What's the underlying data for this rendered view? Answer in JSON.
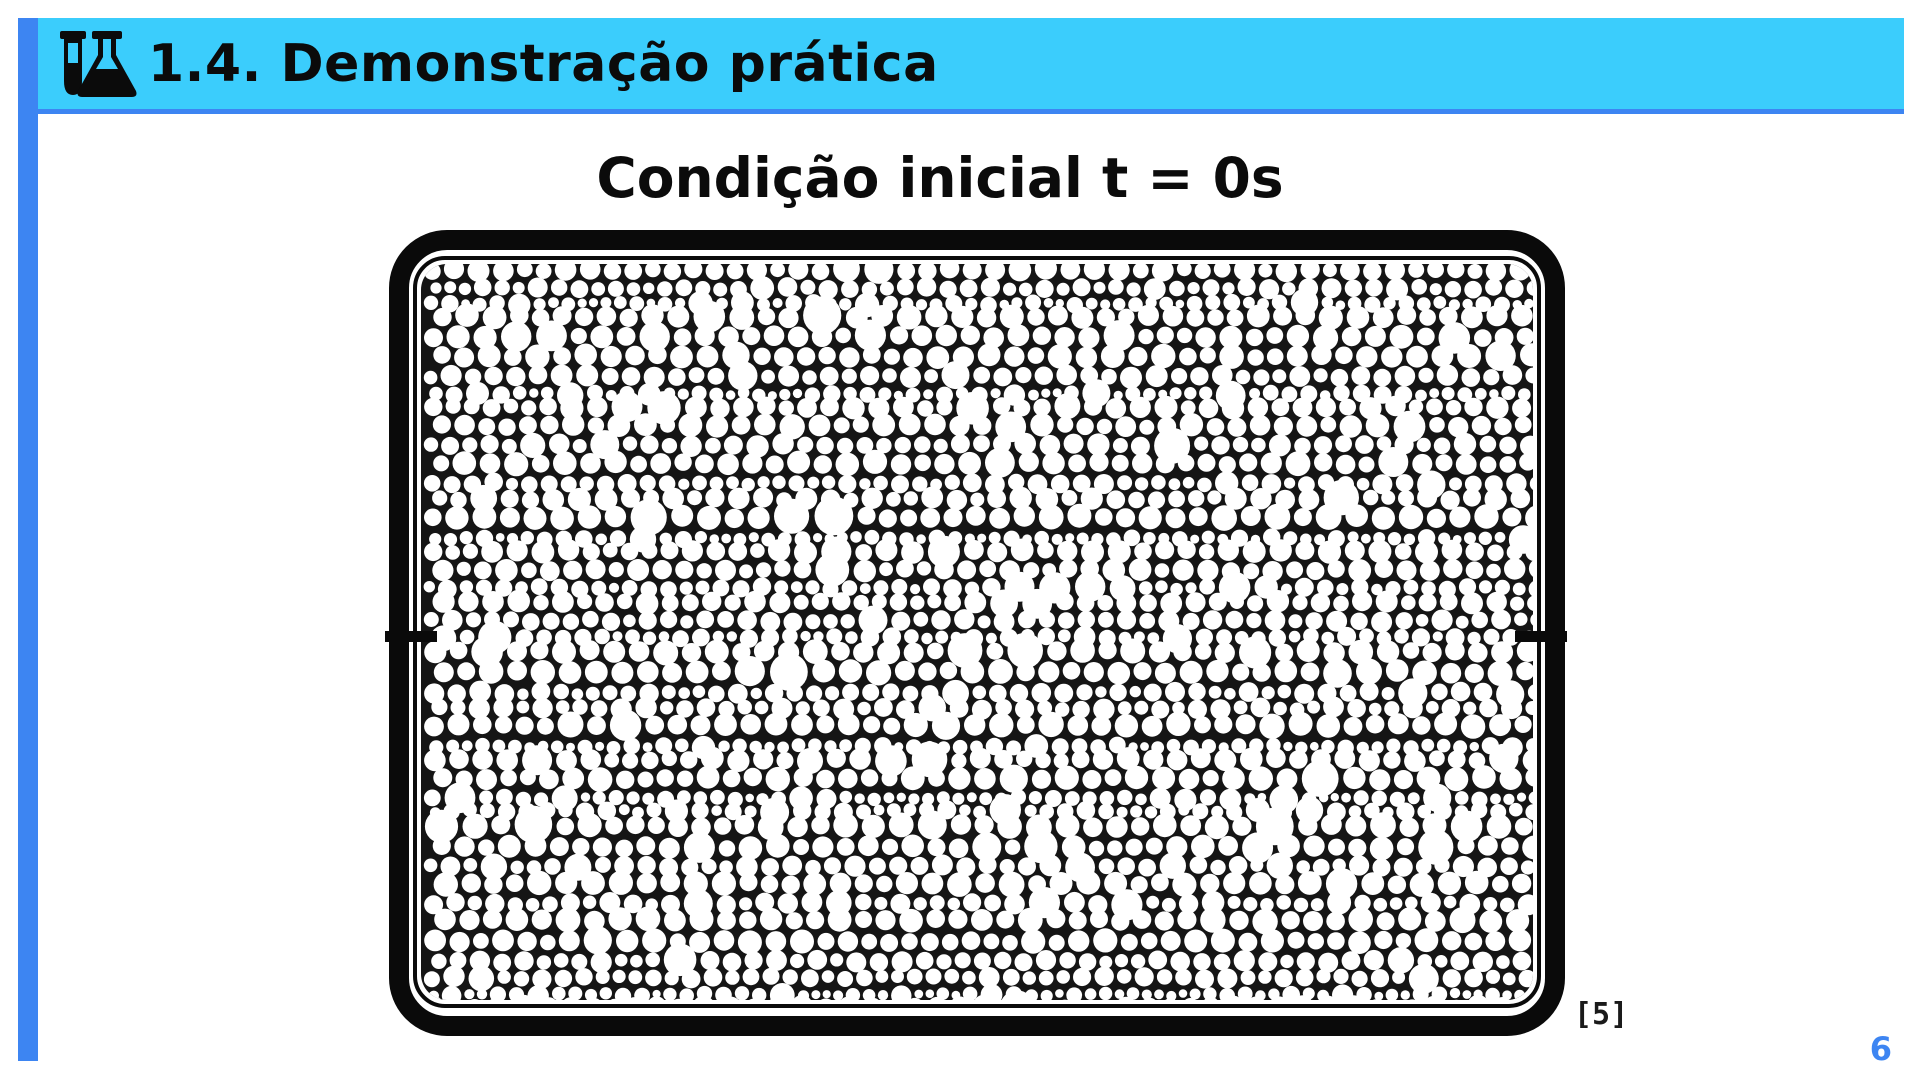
{
  "header": {
    "icon": "lab-flasks-icon",
    "title": "1.4. Demonstração prática"
  },
  "subtitle": "Condição inicial t = 0s",
  "figure": {
    "subject": "bubble-raft-grain-structure",
    "citation": "[5]"
  },
  "page_number": "6",
  "colors": {
    "header_background": "#3bcdfc",
    "accent_blue": "#3d85f2",
    "text": "#0b0b0b"
  }
}
